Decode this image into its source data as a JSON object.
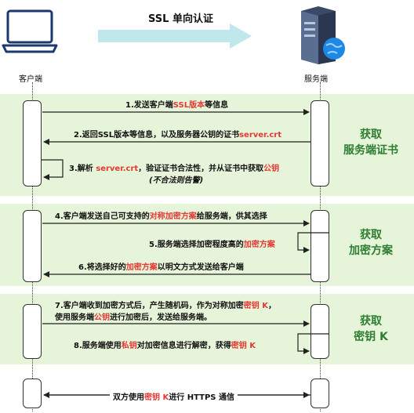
{
  "header": {
    "title": "SSL 单向认证",
    "client_label": "客户端",
    "server_label": "服务端"
  },
  "sections": [
    {
      "title_line1": "获取",
      "title_line2": "服务端证书"
    },
    {
      "title_line1": "获取",
      "title_line2": "加密方案"
    },
    {
      "title_line1": "获取",
      "title_line2": "密钥 K"
    }
  ],
  "steps": {
    "s1": {
      "a": "1.发送客户端",
      "b": "SSL版本",
      "c": "等信息"
    },
    "s2": {
      "a": "2.返回SSL版本等信息，以及服务器公钥的证书",
      "b": "server.crt"
    },
    "s3": {
      "a": "3.解析 ",
      "b": "server.crt",
      "c": "，验证证书合法性，并从证书中获取",
      "d": "公钥",
      "note": "(不合法则告警)"
    },
    "s4": {
      "a": "4.客户端发送自己可支持的",
      "b": "对称加密方案",
      "c": "给服务端，供其选择"
    },
    "s5": {
      "a": "5.服务端选择加密程度高的",
      "b": "加密方案"
    },
    "s6": {
      "a": "6.将选择好的",
      "b": "加密方案",
      "c": "以明文方式发送给客户端"
    },
    "s7": {
      "a": "7.客户端收到加密方式后，产生随机码，作为对称加密",
      "b": "密钥 K",
      "c": "，",
      "d": "使用服务端",
      "e": "公钥",
      "f": "进行加密后，发送给服务端。"
    },
    "s8": {
      "a": "8.服务端使用",
      "b": "私钥",
      "c": "对加密信息进行解密，获得",
      "d": "密钥 K"
    },
    "final": {
      "a": "双方使用",
      "b": "密钥 K",
      "c": "进行 HTTPS 通信"
    }
  },
  "colors": {
    "band": "#e6f4d9",
    "section_title": "#2e7d32",
    "highlight": "#e53935",
    "header_arrow": "#bfe7ec"
  },
  "icons": {
    "client": "laptop-icon",
    "server": "server-globe-icon"
  }
}
